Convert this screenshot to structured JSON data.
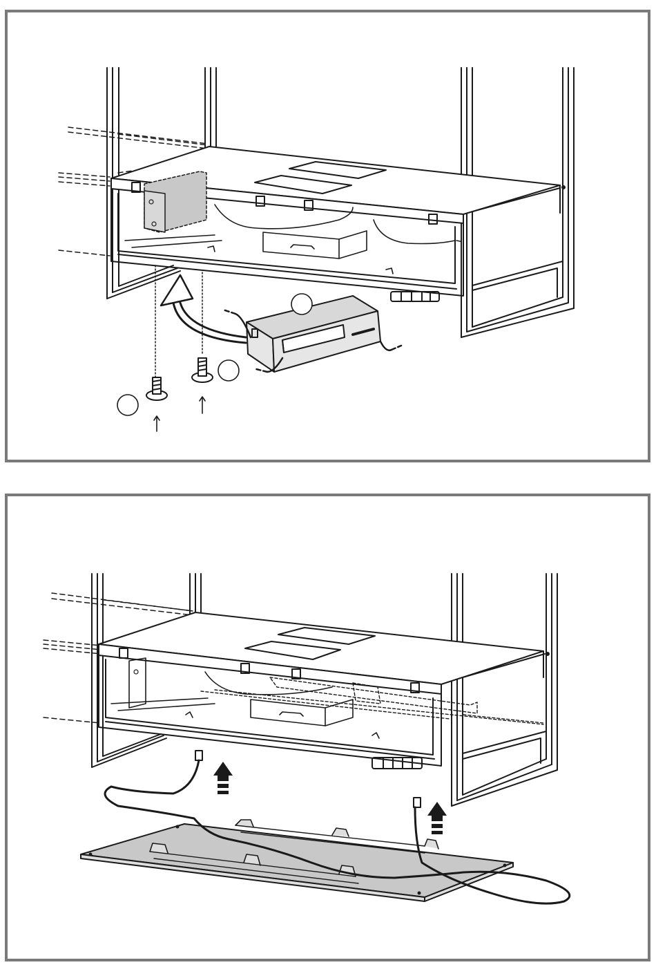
{
  "figure": {
    "panels": [
      {
        "id": "step-1",
        "callouts": [
          {
            "id": "callout-1",
            "label": ""
          },
          {
            "id": "callout-2",
            "label": ""
          },
          {
            "id": "callout-3",
            "label": ""
          }
        ]
      },
      {
        "id": "step-2"
      }
    ]
  },
  "colors": {
    "frame_border": "#7a7a7a",
    "line": "#1a1a1a",
    "grey_fill": "#c8c8c8",
    "light_grey_fill": "#dedede"
  }
}
